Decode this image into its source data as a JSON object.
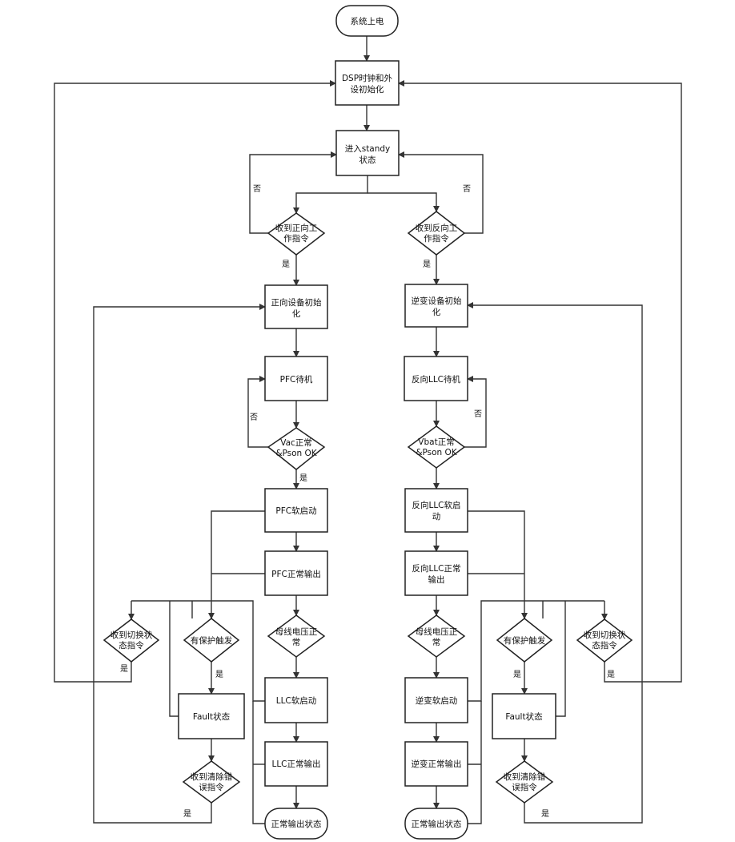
{
  "nodes": {
    "power_on": "系统上电",
    "dsp_init_1": "DSP时钟和外",
    "dsp_init_2": "设初始化",
    "standby_1": "进入standy",
    "standby_2": "状态",
    "fwd_cmd_1": "收到正向工",
    "fwd_cmd_2": "作指令",
    "rev_cmd_1": "收到反向工",
    "rev_cmd_2": "作指令",
    "fwd_init_1": "正向设备初始",
    "fwd_init_2": "化",
    "inv_init_1": "逆变设备初始",
    "inv_init_2": "化",
    "pfc_wait": "PFC待机",
    "rev_llc_wait": "反向LLC待机",
    "vac_ok_1": "Vac正常",
    "vac_ok_2": "&Pson OK",
    "vbat_ok_1": "Vbat正常",
    "vbat_ok_2": "&Pson OK",
    "pfc_soft": "PFC软启动",
    "rev_llc_soft_1": "反向LLC软启",
    "rev_llc_soft_2": "动",
    "pfc_out": "PFC正常输出",
    "rev_llc_out_1": "反向LLC正常",
    "rev_llc_out_2": "输出",
    "bus_ok_l_1": "母线电压正",
    "bus_ok_l_2": "常",
    "bus_ok_r_1": "母线电压正",
    "bus_ok_r_2": "常",
    "protect_l": "有保护触发",
    "protect_r": "有保护触发",
    "switch_l_1": "收到切换状",
    "switch_l_2": "态指令",
    "switch_r_1": "收到切换状",
    "switch_r_2": "态指令",
    "llc_soft": "LLC软启动",
    "inv_soft": "逆变软启动",
    "fault_l": "Fault状态",
    "fault_r": "Fault状态",
    "llc_out": "LLC正常输出",
    "inv_out": "逆变正常输出",
    "clear_l_1": "收到清除错",
    "clear_l_2": "误指令",
    "clear_r_1": "收到清除错",
    "clear_r_2": "误指令",
    "normal_l": "正常输出状态",
    "normal_r": "正常输出状态"
  },
  "edge_labels": {
    "no": "否",
    "yes": "是"
  }
}
